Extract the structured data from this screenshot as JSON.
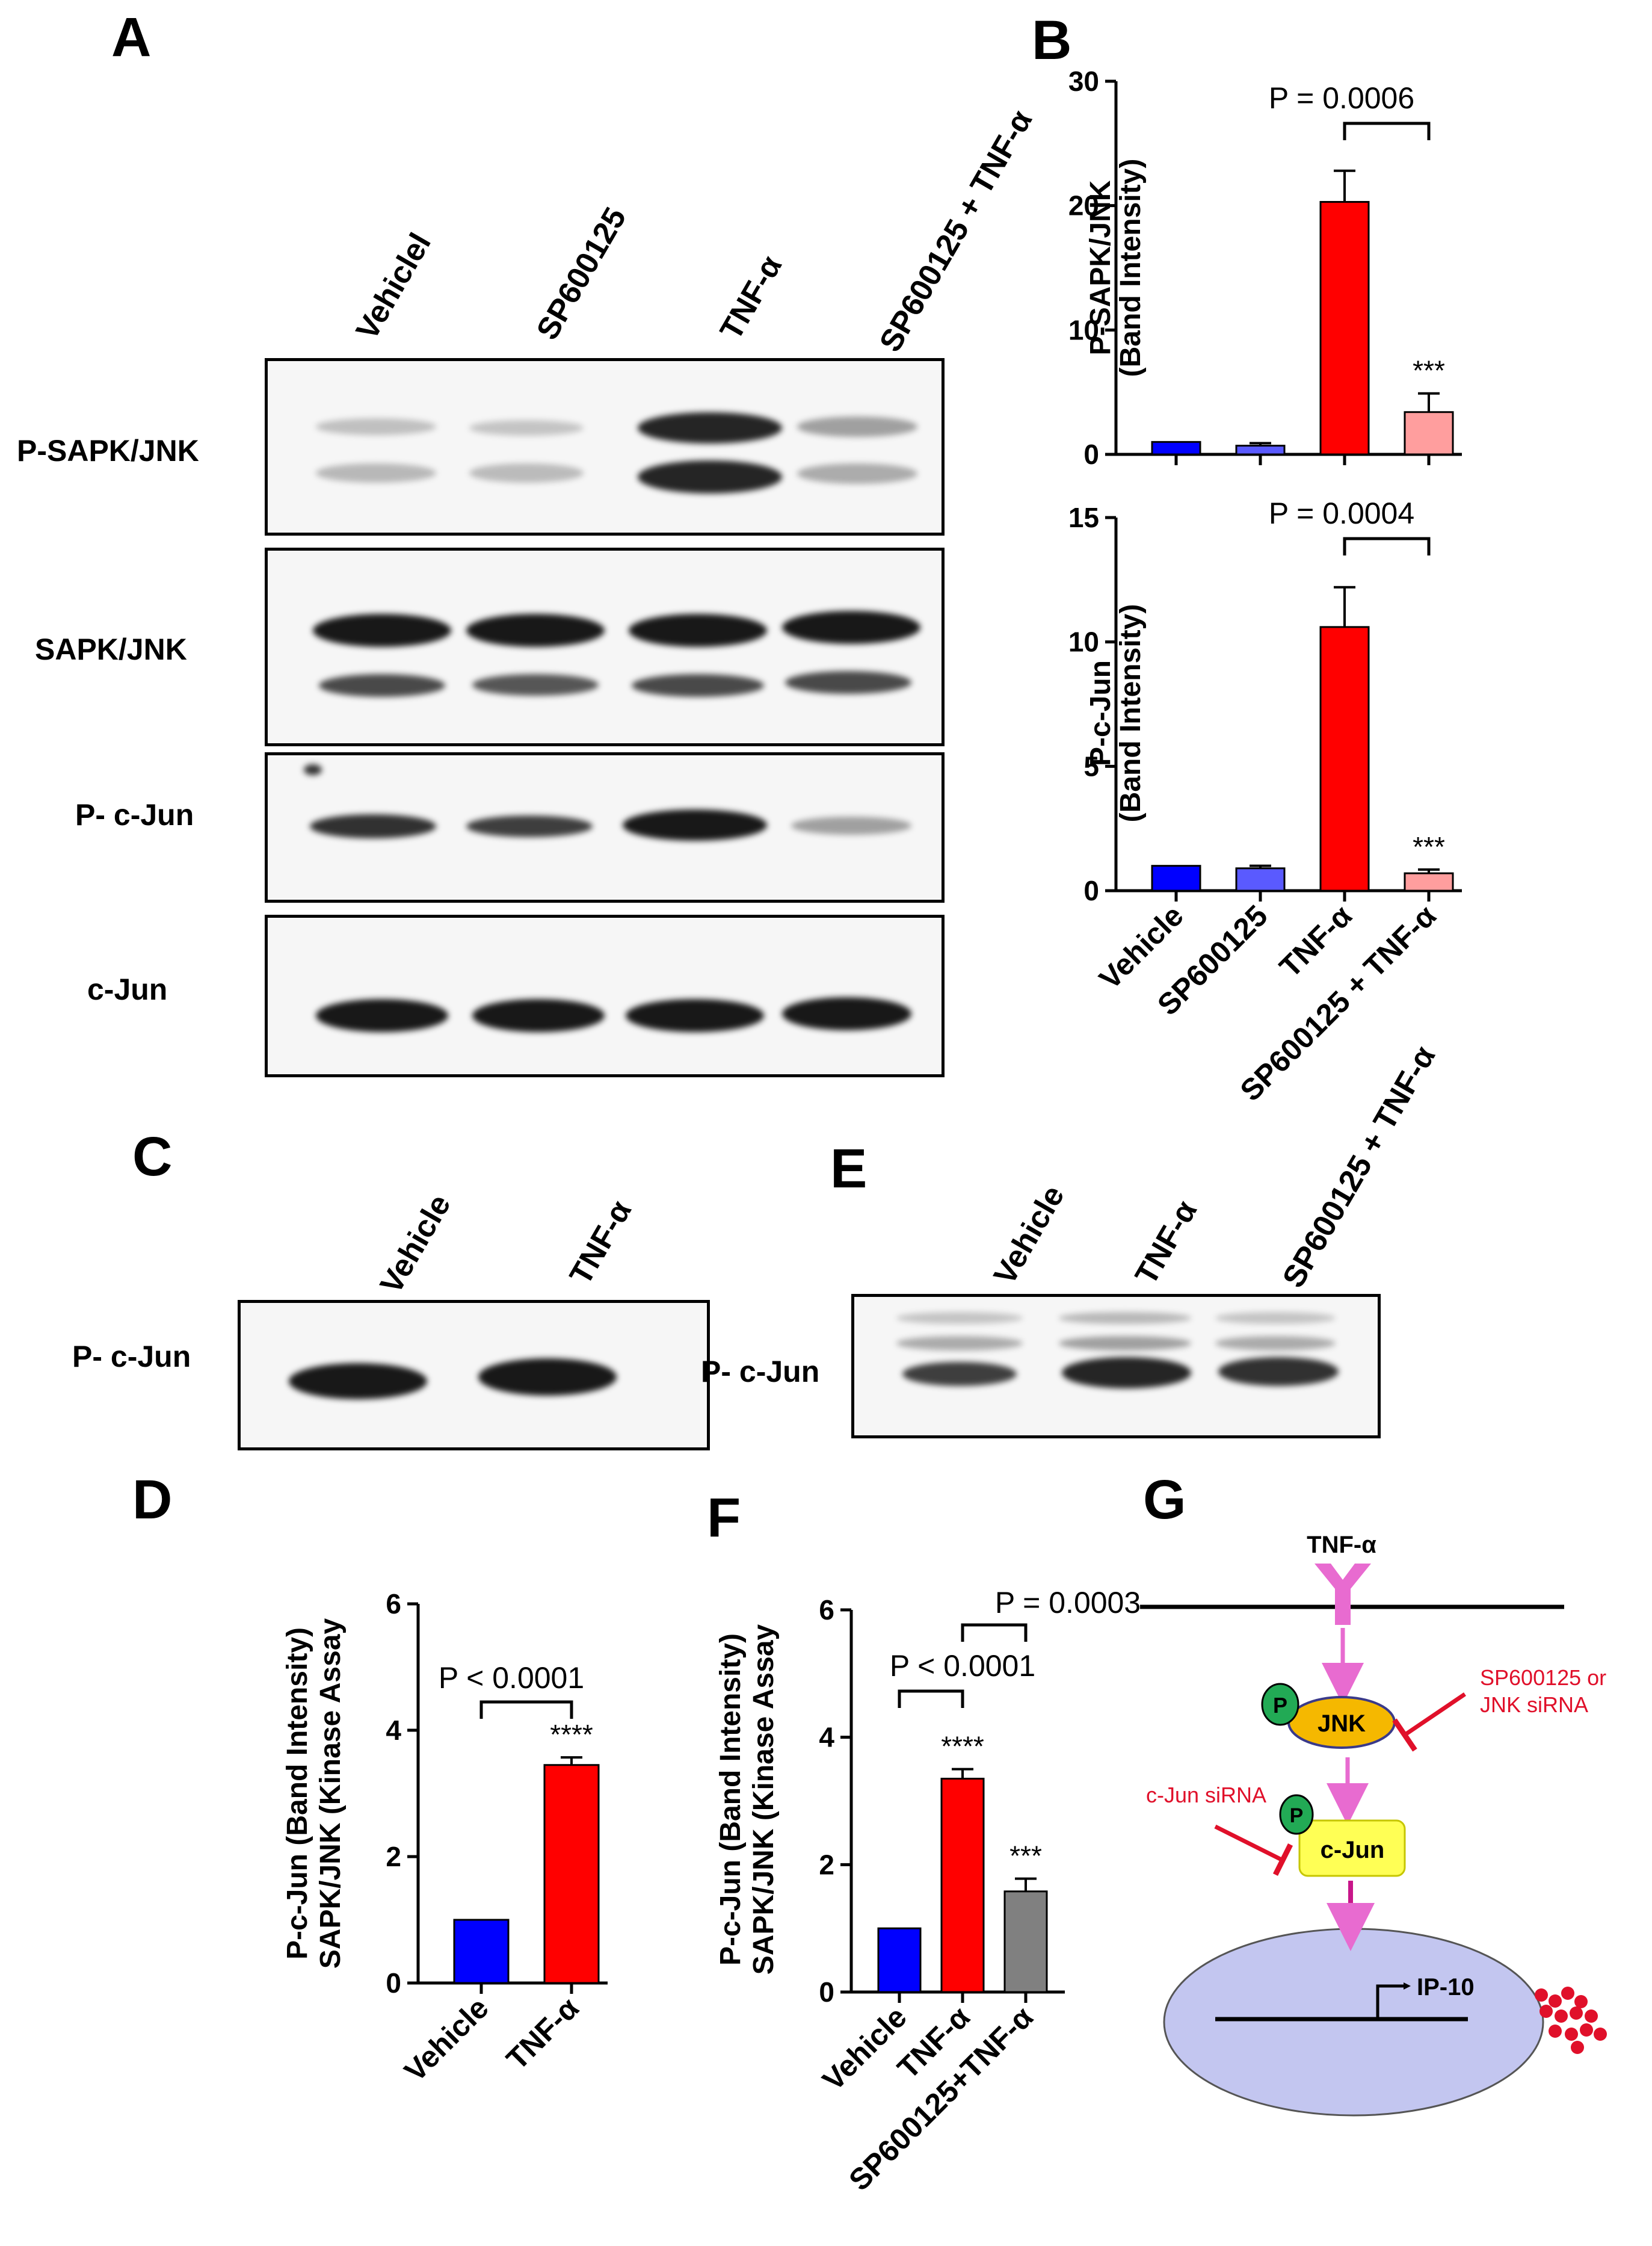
{
  "panels": {
    "A": "A",
    "B": "B",
    "C": "C",
    "D": "D",
    "E": "E",
    "F": "F",
    "G": "G"
  },
  "panel_A": {
    "lanes": [
      "Vehiclel",
      "SP600125",
      "TNF-α",
      "SP600125 + TNF-α"
    ],
    "blots": [
      "P-SAPK/JNK",
      "SAPK/JNK",
      "P- c-Jun",
      "c-Jun"
    ]
  },
  "panel_C": {
    "lanes": [
      "Vehicle",
      "TNF-α"
    ],
    "blot": "P- c-Jun"
  },
  "panel_E": {
    "lanes": [
      "Vehicle",
      "TNF-α",
      "SP600125 + TNF-α"
    ],
    "blot": "P- c-Jun"
  },
  "chart_data": [
    {
      "panel": "B-top",
      "type": "bar",
      "categories": [
        "Vehicle",
        "SP600125",
        "TNF-α",
        "SP600125 + TNF-α"
      ],
      "values": [
        1,
        0.7,
        20.3,
        3.4
      ],
      "errors": [
        0,
        0.2,
        2.5,
        1.5
      ],
      "colors": [
        "#0000ff",
        "#5a5aff",
        "#ff0000",
        "#ff9e9e"
      ],
      "ylabel": [
        "P-SAPK/JNK",
        "(Band Intensity)"
      ],
      "ylim": [
        0,
        30
      ],
      "yticks": [
        0,
        10,
        20,
        30
      ],
      "annotations": [
        {
          "text": "P = 0.0006",
          "from": 2,
          "to": 3
        },
        {
          "text": "***",
          "bar": 3
        }
      ]
    },
    {
      "panel": "B-bottom",
      "type": "bar",
      "categories": [
        "Vehicle",
        "SP600125",
        "TNF-α",
        "SP600125 + TNF-α"
      ],
      "values": [
        1,
        0.9,
        10.6,
        0.7
      ],
      "errors": [
        0,
        0.1,
        1.6,
        0.15
      ],
      "colors": [
        "#0000ff",
        "#5a5aff",
        "#ff0000",
        "#ff9e9e"
      ],
      "ylabel": [
        "P-c-Jun",
        "(Band Intensity)"
      ],
      "ylim": [
        0,
        15
      ],
      "yticks": [
        0,
        5,
        10,
        15
      ],
      "annotations": [
        {
          "text": "P = 0.0004",
          "from": 2,
          "to": 3
        },
        {
          "text": "***",
          "bar": 3
        }
      ]
    },
    {
      "panel": "D",
      "type": "bar",
      "categories": [
        "Vehicle",
        "TNF-α"
      ],
      "values": [
        1,
        3.45
      ],
      "errors": [
        0,
        0.12
      ],
      "colors": [
        "#0000ff",
        "#ff0000"
      ],
      "ylabel": [
        "P-c-Jun (Band Intensity)",
        "SAPK/JNK (Kinase Assay"
      ],
      "ylim": [
        0,
        6
      ],
      "yticks": [
        0,
        2,
        4,
        6
      ],
      "annotations": [
        {
          "text": "P < 0.0001",
          "from": 0,
          "to": 1
        },
        {
          "text": "****",
          "bar": 1
        }
      ]
    },
    {
      "panel": "F",
      "type": "bar",
      "categories": [
        "Vehicle",
        "TNF-α",
        "SP600125+TNF-α"
      ],
      "values": [
        1,
        3.35,
        1.58
      ],
      "errors": [
        0,
        0.15,
        0.2
      ],
      "colors": [
        "#0000ff",
        "#ff0000",
        "#808080"
      ],
      "ylabel": [
        "P-c-Jun (Band Intensity)",
        "SAPK/JNK (Kinase Assay"
      ],
      "ylim": [
        0,
        6
      ],
      "yticks": [
        0,
        2,
        4,
        6
      ],
      "annotations": [
        {
          "text": "P < 0.0001",
          "from": 0,
          "to": 1
        },
        {
          "text": "P = 0.0003",
          "from": 1,
          "to": 2
        },
        {
          "text": "****",
          "bar": 1
        },
        {
          "text": "***",
          "bar": 2
        }
      ]
    }
  ],
  "panel_G": {
    "ligand": "TNF-α",
    "kinase": "JNK",
    "phospho": "P",
    "tf": "c-Jun",
    "gene": "IP-10",
    "inhibitor1_line1": "SP600125 or",
    "inhibitor1_line2": "JNK siRNA",
    "inhibitor2": "c-Jun siRNA",
    "colors": {
      "arrow": "#e86bd0",
      "inhibit": "#e0102a",
      "jnk": "#f5b800",
      "cjun": "#ffff55",
      "nucleus": "#c3c6f0",
      "phospho": "#22aa55",
      "secreted": "#e0102a"
    }
  }
}
